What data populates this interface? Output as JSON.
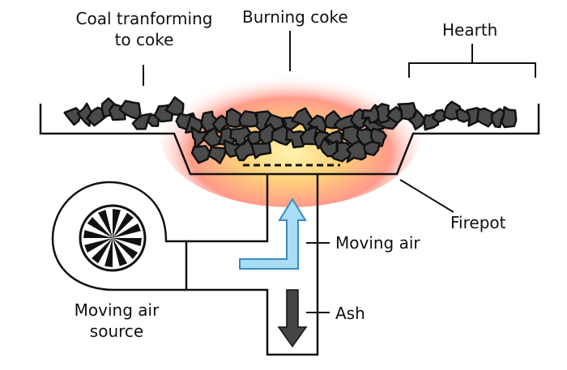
{
  "labels": {
    "coal_line1": "Coal tranforming",
    "coal_line2": "to coke",
    "burning_coke": "Burning coke",
    "hearth": "Hearth",
    "firepot": "Firepot",
    "moving_air": "Moving air",
    "ash": "Ash",
    "source_line1": "Moving air",
    "source_line2": "source"
  },
  "colors": {
    "line": "#111111",
    "coal": "#4a4a4a",
    "glow_outer": "#ff8f8f",
    "glow_inner": "#ffd27a",
    "air_arrow_fill": "#a9dcf5",
    "air_arrow_stroke": "#3a8cc0",
    "ash_arrow": "#444444"
  }
}
